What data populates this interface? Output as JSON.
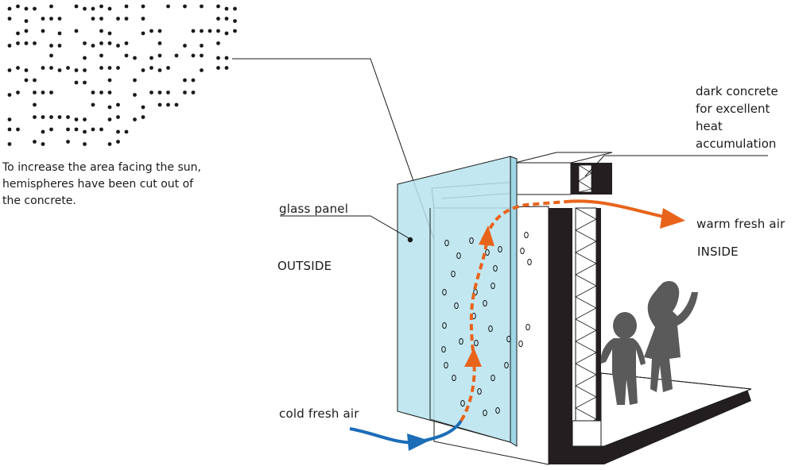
{
  "caption": {
    "lines": [
      "To increase the area facing the sun,",
      "hemispheres have been cut out of",
      "the concrete."
    ]
  },
  "labels": {
    "glass_panel": "glass panel",
    "outside": "OUTSIDE",
    "inside": "INSIDE",
    "warm_air": "warm fresh air",
    "cold_air": "cold fresh air",
    "dark_concrete": [
      "dark concrete",
      "for excellent",
      "heat",
      "accumulation"
    ]
  },
  "colors": {
    "glass": "#b7e3ef",
    "warm_arrow": "#e8641b",
    "cold_arrow": "#1b6db8",
    "concrete_dark": "#231f20",
    "figures": "#5b5a5a",
    "line": "#1a1a1a"
  }
}
